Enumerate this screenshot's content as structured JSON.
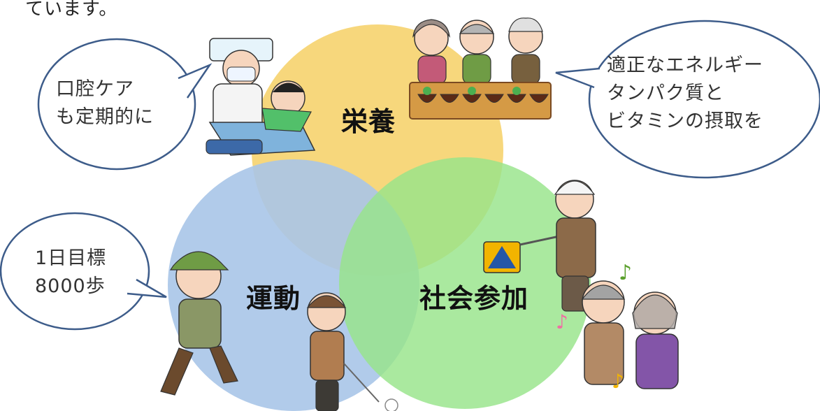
{
  "header_text": "ています。",
  "circles": {
    "nutrition": {
      "label": "栄養",
      "color": "#f7d77c"
    },
    "exercise": {
      "label": "運動",
      "color": "#a9c5e8"
    },
    "social": {
      "label": "社会参加",
      "color": "#97e48a"
    }
  },
  "bubbles": {
    "oral_care": "口腔ケア\nも定期的に",
    "diet": "適正なエネルギー\nタンパク質と\nビタミンの摂取を",
    "steps": "1日目標\n8000歩"
  },
  "icons": [
    "dentist-illustration",
    "elderly-dining-illustration",
    "crossing-guard-illustration",
    "karaoke-seniors-illustration",
    "walking-senior-illustration",
    "gateball-senior-illustration"
  ]
}
